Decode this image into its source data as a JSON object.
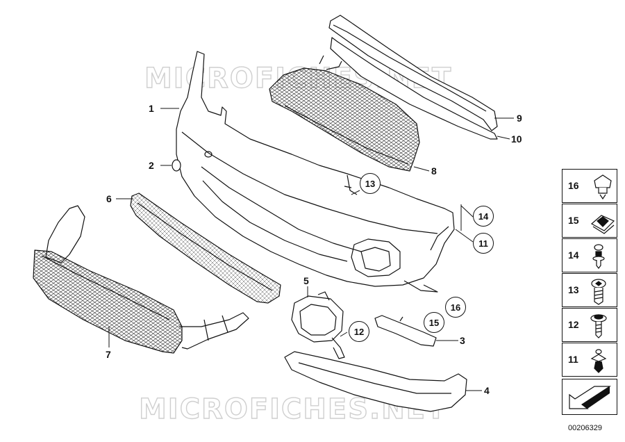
{
  "watermark": "MICROFICHES.NET",
  "diagram_number": "00206329",
  "callouts": [
    "1",
    "2",
    "3",
    "4",
    "5",
    "6",
    "7",
    "8",
    "9",
    "10"
  ],
  "circled_callouts": [
    "11",
    "12",
    "13",
    "14",
    "15",
    "16"
  ],
  "legend": [
    {
      "num": "16",
      "icon": "clip-nut-icon"
    },
    {
      "num": "15",
      "icon": "spring-nut-icon"
    },
    {
      "num": "14",
      "icon": "screw-with-washer-icon"
    },
    {
      "num": "13",
      "icon": "torx-bolt-icon"
    },
    {
      "num": "12",
      "icon": "collar-screw-icon"
    },
    {
      "num": "11",
      "icon": "expansion-rivet-icon"
    }
  ],
  "legend_arrow_icon": "direction-arrow-icon",
  "colors": {
    "line": "#111111",
    "watermark_outline": "#cfcfcf",
    "background": "#ffffff"
  }
}
